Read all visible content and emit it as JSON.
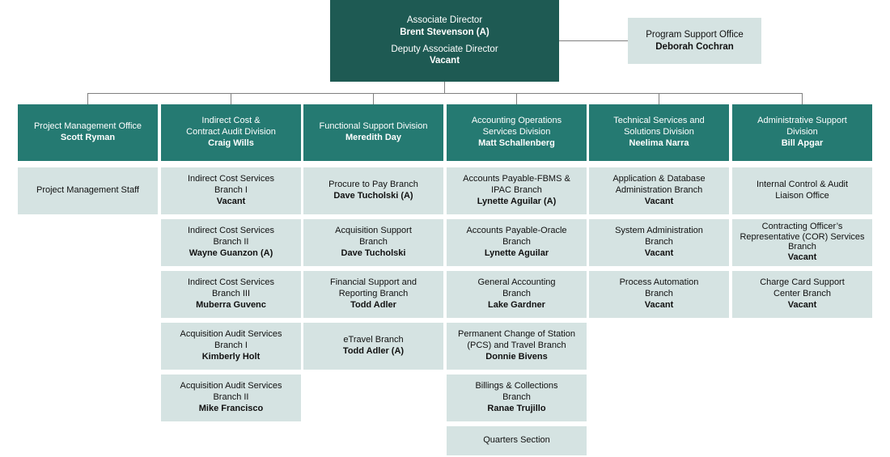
{
  "org_chart": {
    "root": {
      "title": "Associate Director",
      "leader": "Brent Stevenson (A)",
      "deputy_title": "Deputy Associate Director",
      "deputy_leader": "Vacant"
    },
    "support_office": {
      "title": "Program Support Office",
      "leader": "Deborah Cochran"
    },
    "divisions": [
      {
        "title": "Project Management Office",
        "leader": "Scott Ryman",
        "units": [
          {
            "title": "Project Management Staff",
            "leader": ""
          }
        ]
      },
      {
        "title": "Indirect Cost &\nContract Audit Division",
        "leader": "Craig Wills",
        "units": [
          {
            "title": "Indirect Cost Services\nBranch I",
            "leader": "Vacant"
          },
          {
            "title": "Indirect Cost Services\nBranch II",
            "leader": "Wayne Guanzon (A)"
          },
          {
            "title": "Indirect Cost Services\nBranch III",
            "leader": "Muberra Guvenc"
          },
          {
            "title": "Acquisition Audit Services\nBranch I",
            "leader": "Kimberly Holt"
          },
          {
            "title": "Acquisition Audit Services\nBranch II",
            "leader": "Mike Francisco"
          }
        ]
      },
      {
        "title": "Functional Support Division",
        "leader": "Meredith Day",
        "units": [
          {
            "title": "Procure to Pay Branch",
            "leader": "Dave Tucholski (A)"
          },
          {
            "title": "Acquisition Support\nBranch",
            "leader": "Dave Tucholski"
          },
          {
            "title": "Financial Support and\nReporting Branch",
            "leader": "Todd Adler"
          },
          {
            "title": "eTravel Branch",
            "leader": "Todd Adler (A)"
          }
        ]
      },
      {
        "title": "Accounting Operations\nServices Division",
        "leader": "Matt Schallenberg",
        "units": [
          {
            "title": "Accounts Payable-FBMS &\nIPAC Branch",
            "leader": "Lynette Aguilar (A)"
          },
          {
            "title": "Accounts Payable-Oracle\nBranch",
            "leader": "Lynette Aguilar"
          },
          {
            "title": "General Accounting\nBranch",
            "leader": "Lake Gardner"
          },
          {
            "title": "Permanent Change of Station\n(PCS) and Travel Branch",
            "leader": "Donnie Bivens"
          },
          {
            "title": "Billings & Collections\nBranch",
            "leader": "Ranae Trujillo"
          },
          {
            "title": "Quarters Section",
            "leader": ""
          }
        ]
      },
      {
        "title": "Technical Services and\nSolutions Division",
        "leader": "Neelima Narra",
        "units": [
          {
            "title": "Application & Database\nAdministration Branch",
            "leader": "Vacant"
          },
          {
            "title": "System Administration\nBranch",
            "leader": "Vacant"
          },
          {
            "title": "Process Automation\nBranch",
            "leader": "Vacant"
          }
        ]
      },
      {
        "title": "Administrative Support\nDivision",
        "leader": "Bill Apgar",
        "units": [
          {
            "title": "Internal Control & Audit\nLiaison Office",
            "leader": ""
          },
          {
            "title": "Contracting Officer’s\nRepresentative (COR) Services\nBranch",
            "leader": "Vacant"
          },
          {
            "title": "Charge Card Support\nCenter Branch",
            "leader": "Vacant"
          }
        ]
      }
    ],
    "colors": {
      "root_box": "#1e5a53",
      "division_box": "#257a72",
      "unit_box": "#d5e3e2",
      "connector": "#7f7f7f"
    }
  }
}
